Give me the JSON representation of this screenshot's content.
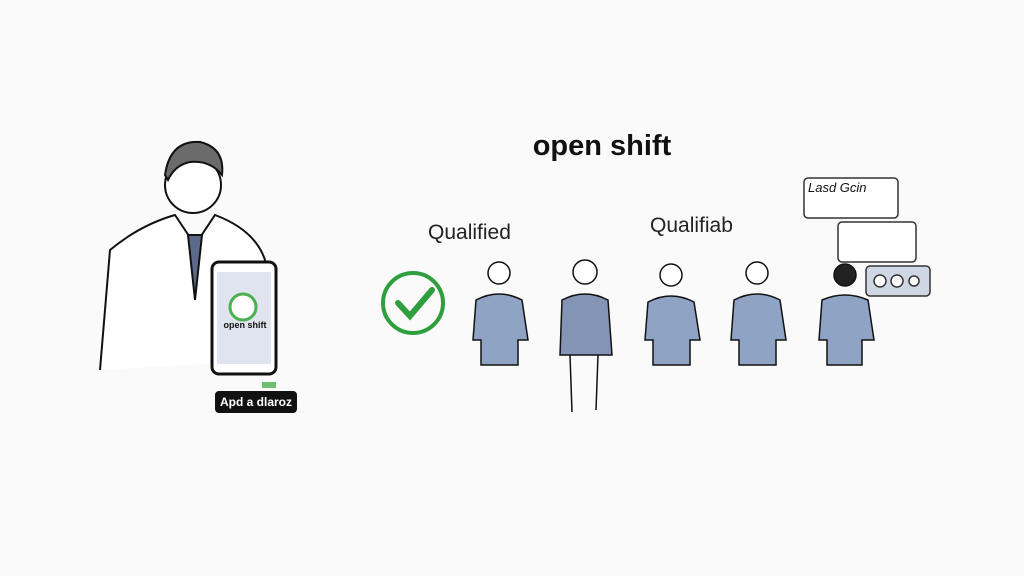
{
  "heading": "open shift",
  "labels": {
    "left": "Qualified",
    "right": "Qualifiab"
  },
  "phone": {
    "screen_text": "open shift"
  },
  "button": {
    "label": "Apd a dlaroz"
  },
  "chat": {
    "bubble_text": "Lasd Gcin"
  },
  "colors": {
    "accent_green": "#2e9e3e",
    "uniform_blue": "#8fa3c4",
    "ink": "#111111"
  }
}
